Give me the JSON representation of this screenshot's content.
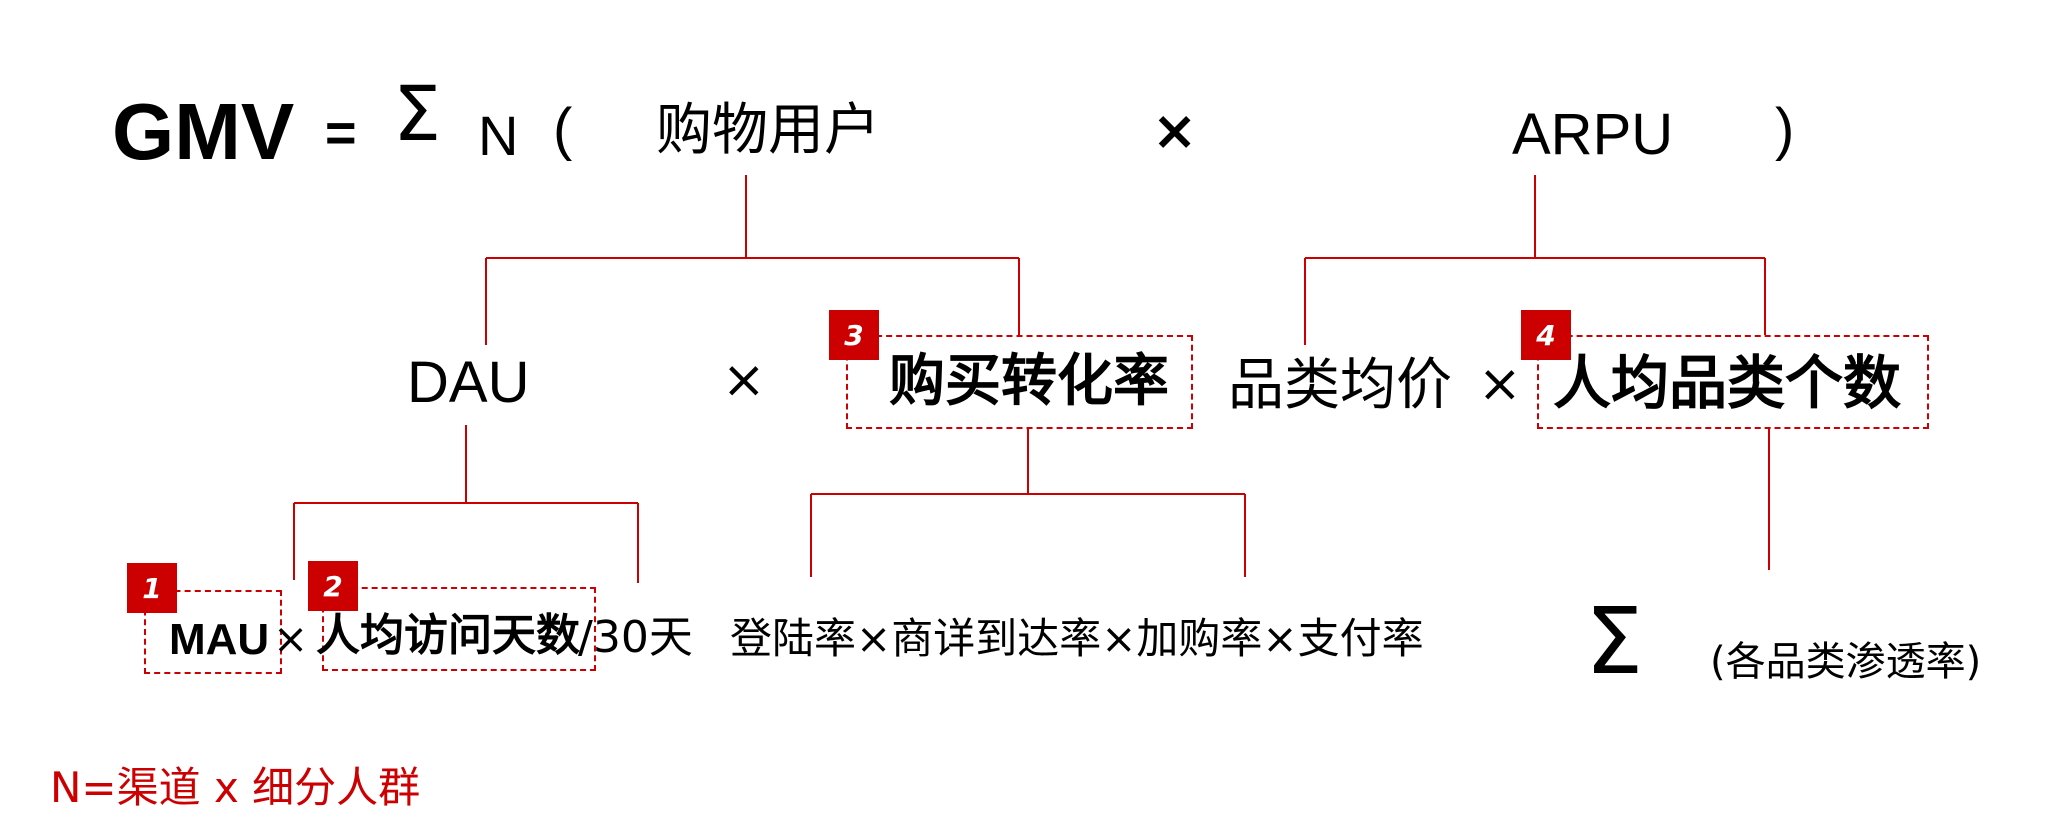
{
  "formula": {
    "lhs": "GMV",
    "equals": "=",
    "sigma": "Σ",
    "n": "N",
    "paren_open": "(",
    "shopping_users": "购物用户",
    "times": "×",
    "arpu": "ARPU",
    "paren_close": ")"
  },
  "level2": {
    "dau": "DAU",
    "times_1": "×",
    "conversion_rate": "购买转化率",
    "avg_price": "品类均价",
    "times_2": "×",
    "categories_per_user": "人均品类个数"
  },
  "level3": {
    "mau": "MAU",
    "times_1": "×",
    "visit_days": "人均访问天数",
    "per_30_days": "/30天",
    "funnel": "登陆率×商详到达率×加购率×支付率",
    "sigma": "Σ",
    "penetration": "(各品类渗透率)"
  },
  "badges": [
    "1",
    "2",
    "3",
    "4"
  ],
  "footnote": "N=渠道 x 细分人群",
  "colors": {
    "accent": "#cc0000",
    "text": "#000000"
  }
}
